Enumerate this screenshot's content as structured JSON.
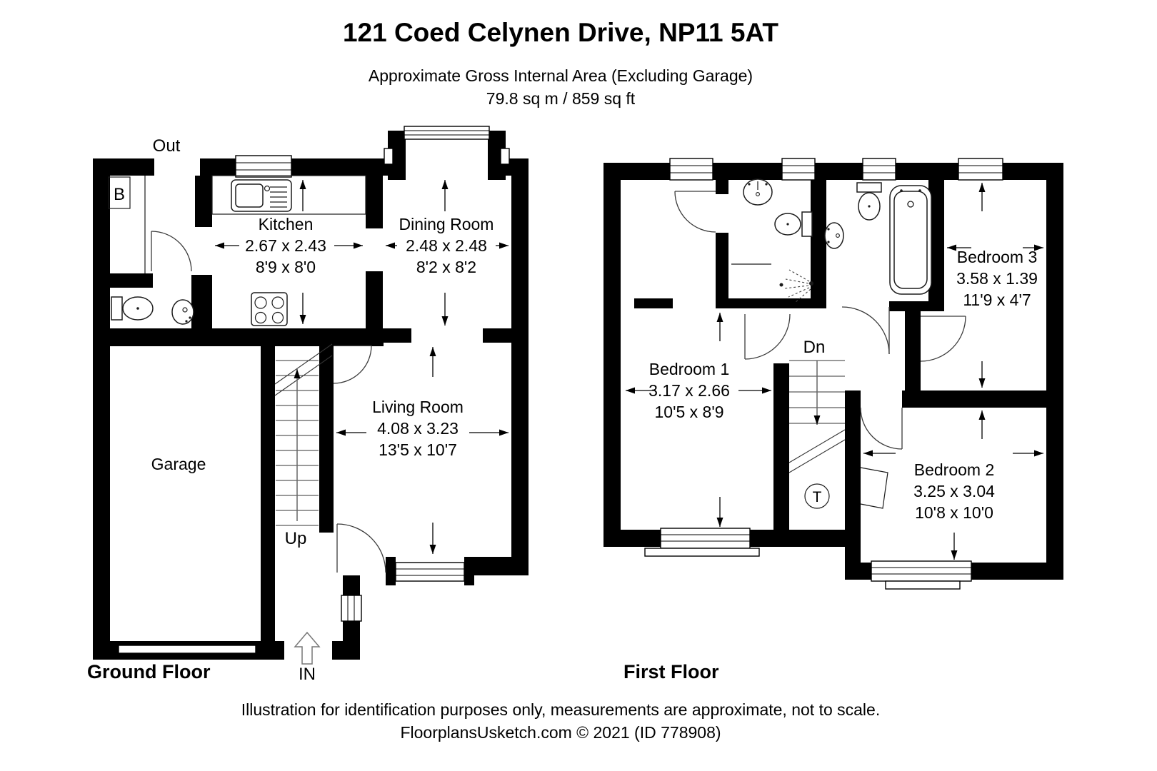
{
  "header": {
    "title": "121 Coed Celynen Drive, NP11 5AT",
    "subtitle": "Approximate Gross Internal Area (Excluding Garage)",
    "area": "79.8 sq m / 859 sq ft"
  },
  "ground_floor": {
    "label": "Ground Floor",
    "annotations": {
      "out": "Out",
      "up": "Up",
      "in": "IN",
      "boiler": "B"
    },
    "rooms": [
      {
        "name": "Kitchen",
        "metric": "2.67 x 2.43",
        "imperial": "8'9 x 8'0"
      },
      {
        "name": "Dining Room",
        "metric": "2.48 x 2.48",
        "imperial": "8'2 x 8'2"
      },
      {
        "name": "Living Room",
        "metric": "4.08 x 3.23",
        "imperial": "13'5 x 10'7"
      },
      {
        "name": "Garage"
      }
    ]
  },
  "first_floor": {
    "label": "First Floor",
    "annotations": {
      "down": "Dn",
      "tank": "T"
    },
    "rooms": [
      {
        "name": "Bedroom 1",
        "metric": "3.17 x 2.66",
        "imperial": "10'5 x 8'9"
      },
      {
        "name": "Bedroom 2",
        "metric": "3.25 x 3.04",
        "imperial": "10'8 x 10'0"
      },
      {
        "name": "Bedroom 3",
        "metric": "3.58 x 1.39",
        "imperial": "11'9 x 4'7"
      }
    ]
  },
  "footer": {
    "disclaimer": "Illustration for identification purposes only, measurements are approximate, not to scale.",
    "credit": "FloorplansUsketch.com © 2021 (ID 778908)"
  },
  "colors": {
    "walls": "#000000",
    "background": "#ffffff"
  }
}
